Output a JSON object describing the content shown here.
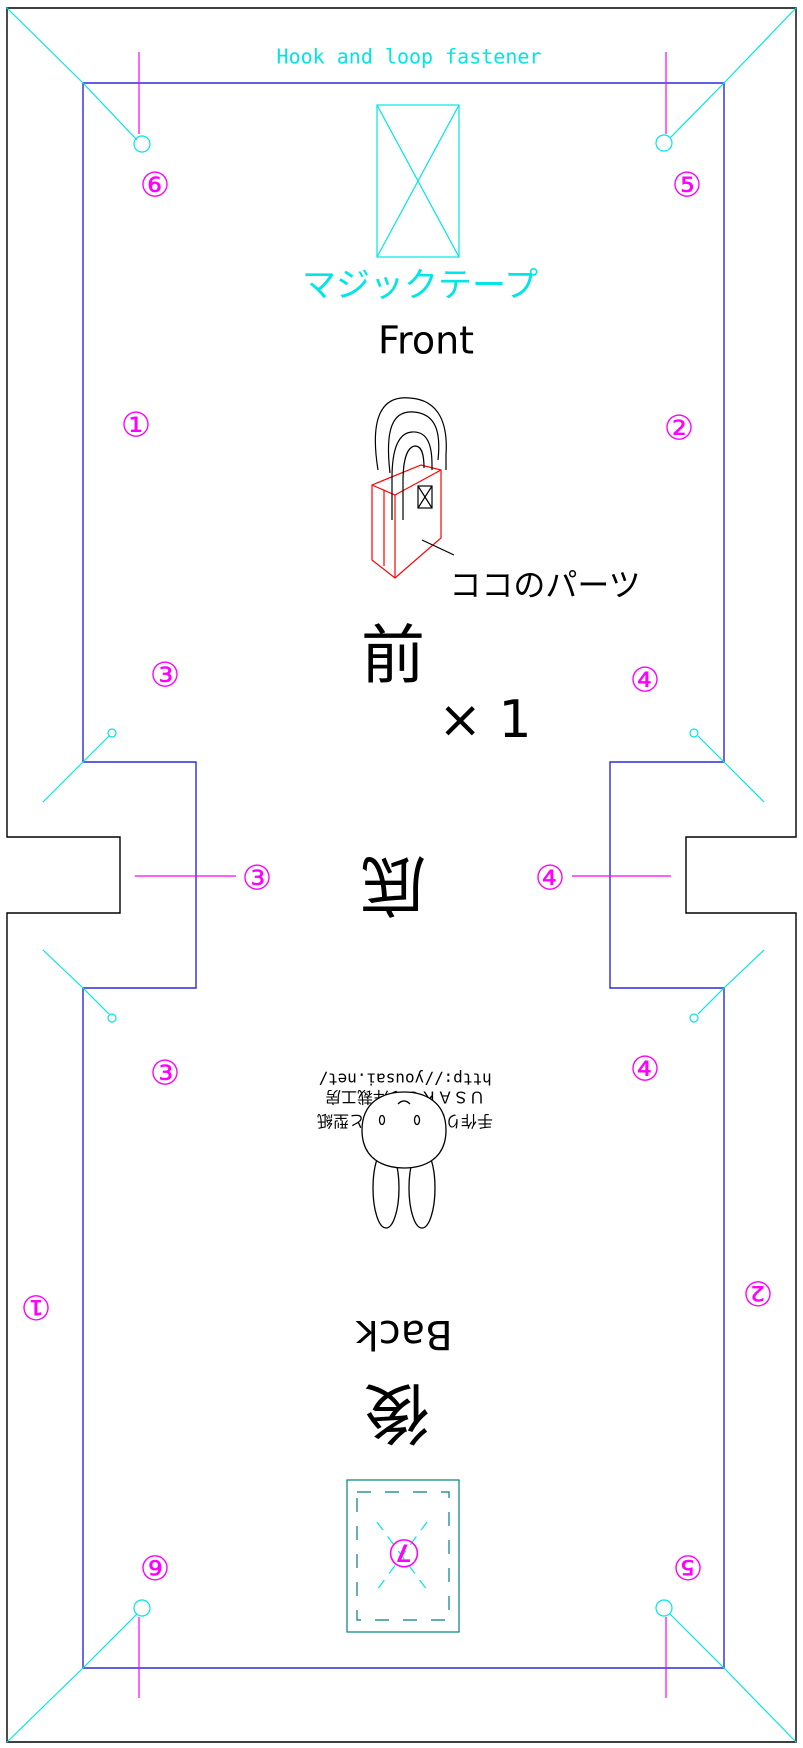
{
  "colors": {
    "outline": "#000000",
    "seam": "#2b2bd6",
    "guide": "#00e6e6",
    "marker": "#ff00ff",
    "bag": "#ff0000",
    "velcro_box": "#008080"
  },
  "labels": {
    "hook_and_loop": "Hook and loop fastener",
    "magic_tape": "マジックテープ",
    "front": "Front",
    "part_callout": "ココのパーツ",
    "front_kanji": "前",
    "count": "× 1",
    "bottom_kanji": "底",
    "back_kanji": "後",
    "back": "Back",
    "credit_line1": "手作り服の作り方と型紙",
    "credit_line2": "ＵＳＡＫＯの洋裁工房",
    "credit_url": "http://yousai.net/"
  },
  "markers": {
    "m1": "①",
    "m2": "②",
    "m3": "③",
    "m4": "④",
    "m5": "⑤",
    "m6": "⑥",
    "m7": "⑦"
  },
  "icons": {
    "bag": "tote-bag-icon",
    "logo": "rabbit-logo-icon"
  }
}
